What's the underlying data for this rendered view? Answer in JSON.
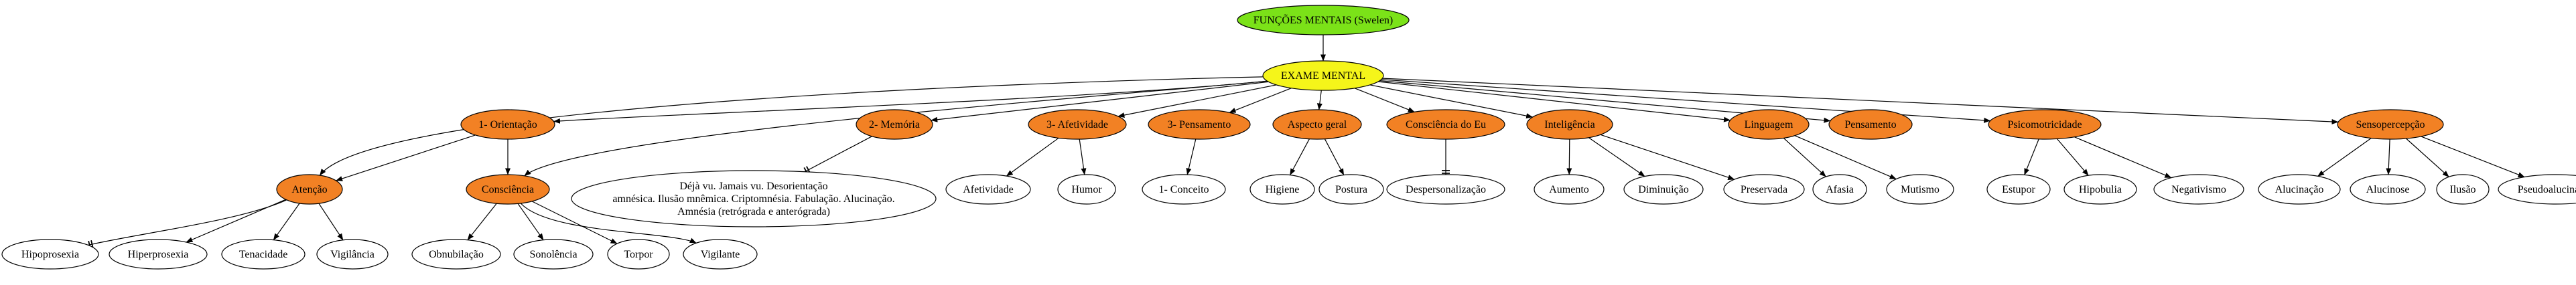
{
  "colors": {
    "root": "#7be218",
    "exam": "#f5f51a",
    "category": "#f28124",
    "leaf": "#ffffff",
    "stroke": "#000000"
  },
  "nodes": [
    {
      "id": "root",
      "label": "FUNÇÕES MENTAIS (Swelen)",
      "type": "root"
    },
    {
      "id": "exame",
      "label": "EXAME MENTAL",
      "type": "exam"
    },
    {
      "id": "orientacao",
      "label": "1- Orientação",
      "type": "category"
    },
    {
      "id": "memoria",
      "label": "2- Memória",
      "type": "category"
    },
    {
      "id": "afetividade",
      "label": "3- Afetividade",
      "type": "category"
    },
    {
      "id": "pensamento3",
      "label": "3- Pensamento",
      "type": "category"
    },
    {
      "id": "aspecto",
      "label": "Aspecto geral",
      "type": "category"
    },
    {
      "id": "consciencia_eu",
      "label": "Consciência do Eu",
      "type": "category"
    },
    {
      "id": "inteligencia",
      "label": "Inteligência",
      "type": "category"
    },
    {
      "id": "linguagem",
      "label": "Linguagem",
      "type": "category"
    },
    {
      "id": "pensamento",
      "label": "Pensamento",
      "type": "category"
    },
    {
      "id": "psicomotricidade",
      "label": "Psicomotricidade",
      "type": "category"
    },
    {
      "id": "sensopercepcao",
      "label": "Sensopercepção",
      "type": "category"
    },
    {
      "id": "atencao",
      "label": "Atenção",
      "type": "category"
    },
    {
      "id": "consciencia",
      "label": "Consciência",
      "type": "category"
    },
    {
      "id": "memoria_desc",
      "label": "Déjà vu. Jamais vu. Desorientação\namnésica. Ilusão mnêmica. Criptomnésia. Fabulação. Alucinação.\nAmnésia (retrógrada e anterógrada)",
      "type": "leaf"
    },
    {
      "id": "afetividade_leaf",
      "label": "Afetividade",
      "type": "leaf"
    },
    {
      "id": "humor",
      "label": "Humor",
      "type": "leaf"
    },
    {
      "id": "conceito",
      "label": "1- Conceito",
      "type": "leaf"
    },
    {
      "id": "higiene",
      "label": "Higiene",
      "type": "leaf"
    },
    {
      "id": "postura",
      "label": "Postura",
      "type": "leaf"
    },
    {
      "id": "despersonalizacao",
      "label": "Despersonalização",
      "type": "leaf"
    },
    {
      "id": "aumento",
      "label": "Aumento",
      "type": "leaf"
    },
    {
      "id": "diminuicao",
      "label": "Diminuição",
      "type": "leaf"
    },
    {
      "id": "preservada",
      "label": "Preservada",
      "type": "leaf"
    },
    {
      "id": "afasia",
      "label": "Afasia",
      "type": "leaf"
    },
    {
      "id": "mutismo",
      "label": "Mutismo",
      "type": "leaf"
    },
    {
      "id": "estupor",
      "label": "Estupor",
      "type": "leaf"
    },
    {
      "id": "hipobulia",
      "label": "Hipobulia",
      "type": "leaf"
    },
    {
      "id": "negativismo",
      "label": "Negativismo",
      "type": "leaf"
    },
    {
      "id": "alucinacao",
      "label": "Alucinação",
      "type": "leaf"
    },
    {
      "id": "alucinose",
      "label": "Alucinose",
      "type": "leaf"
    },
    {
      "id": "ilusao",
      "label": "Ilusão",
      "type": "leaf"
    },
    {
      "id": "pseudoalucinacao",
      "label": "Pseudoalucinação",
      "type": "leaf"
    },
    {
      "id": "hipoprosexia",
      "label": "Hipoprosexia",
      "type": "leaf"
    },
    {
      "id": "hiperprosexia",
      "label": "Hiperprosexia",
      "type": "leaf"
    },
    {
      "id": "tenacidade",
      "label": "Tenacidade",
      "type": "leaf"
    },
    {
      "id": "vigilancia",
      "label": "Vigilância",
      "type": "leaf"
    },
    {
      "id": "obnubilacao",
      "label": "Obnubilação",
      "type": "leaf"
    },
    {
      "id": "sonolencia",
      "label": "Sonolência",
      "type": "leaf"
    },
    {
      "id": "torpor",
      "label": "Torpor",
      "type": "leaf"
    },
    {
      "id": "vigilante",
      "label": "Vigilante",
      "type": "leaf"
    }
  ],
  "edges": [
    {
      "from": "root",
      "to": "exame",
      "arrow": "normal"
    },
    {
      "from": "exame",
      "to": "orientacao",
      "arrow": "normal"
    },
    {
      "from": "exame",
      "to": "memoria",
      "arrow": "normal"
    },
    {
      "from": "exame",
      "to": "afetividade",
      "arrow": "normal"
    },
    {
      "from": "exame",
      "to": "pensamento3",
      "arrow": "normal"
    },
    {
      "from": "exame",
      "to": "aspecto",
      "arrow": "normal"
    },
    {
      "from": "exame",
      "to": "consciencia_eu",
      "arrow": "normal"
    },
    {
      "from": "exame",
      "to": "inteligencia",
      "arrow": "normal"
    },
    {
      "from": "exame",
      "to": "linguagem",
      "arrow": "normal"
    },
    {
      "from": "exame",
      "to": "pensamento",
      "arrow": "normal"
    },
    {
      "from": "exame",
      "to": "psicomotricidade",
      "arrow": "normal"
    },
    {
      "from": "exame",
      "to": "sensopercepcao",
      "arrow": "normal"
    },
    {
      "from": "exame",
      "to": "atencao",
      "arrow": "normal"
    },
    {
      "from": "exame",
      "to": "consciencia",
      "arrow": "normal"
    },
    {
      "from": "orientacao",
      "to": "atencao",
      "arrow": "normal"
    },
    {
      "from": "orientacao",
      "to": "consciencia",
      "arrow": "normal"
    },
    {
      "from": "memoria",
      "to": "memoria_desc",
      "arrow": "tee"
    },
    {
      "from": "afetividade",
      "to": "afetividade_leaf",
      "arrow": "normal"
    },
    {
      "from": "afetividade",
      "to": "humor",
      "arrow": "normal"
    },
    {
      "from": "pensamento3",
      "to": "conceito",
      "arrow": "normal"
    },
    {
      "from": "aspecto",
      "to": "higiene",
      "arrow": "normal"
    },
    {
      "from": "aspecto",
      "to": "postura",
      "arrow": "normal"
    },
    {
      "from": "consciencia_eu",
      "to": "despersonalizacao",
      "arrow": "tee"
    },
    {
      "from": "inteligencia",
      "to": "aumento",
      "arrow": "normal"
    },
    {
      "from": "inteligencia",
      "to": "diminuicao",
      "arrow": "normal"
    },
    {
      "from": "inteligencia",
      "to": "preservada",
      "arrow": "normal"
    },
    {
      "from": "linguagem",
      "to": "afasia",
      "arrow": "normal"
    },
    {
      "from": "linguagem",
      "to": "mutismo",
      "arrow": "normal"
    },
    {
      "from": "psicomotricidade",
      "to": "estupor",
      "arrow": "normal"
    },
    {
      "from": "psicomotricidade",
      "to": "hipobulia",
      "arrow": "normal"
    },
    {
      "from": "psicomotricidade",
      "to": "negativismo",
      "arrow": "normal"
    },
    {
      "from": "sensopercepcao",
      "to": "alucinacao",
      "arrow": "normal"
    },
    {
      "from": "sensopercepcao",
      "to": "alucinose",
      "arrow": "normal"
    },
    {
      "from": "sensopercepcao",
      "to": "ilusao",
      "arrow": "normal"
    },
    {
      "from": "sensopercepcao",
      "to": "pseudoalucinacao",
      "arrow": "normal"
    },
    {
      "from": "atencao",
      "to": "hipoprosexia",
      "arrow": "tee"
    },
    {
      "from": "atencao",
      "to": "hiperprosexia",
      "arrow": "normal"
    },
    {
      "from": "atencao",
      "to": "tenacidade",
      "arrow": "normal"
    },
    {
      "from": "atencao",
      "to": "vigilancia",
      "arrow": "normal"
    },
    {
      "from": "consciencia",
      "to": "obnubilacao",
      "arrow": "normal"
    },
    {
      "from": "consciencia",
      "to": "sonolencia",
      "arrow": "normal"
    },
    {
      "from": "consciencia",
      "to": "torpor",
      "arrow": "normal"
    },
    {
      "from": "consciencia",
      "to": "vigilante",
      "arrow": "normal"
    }
  ]
}
